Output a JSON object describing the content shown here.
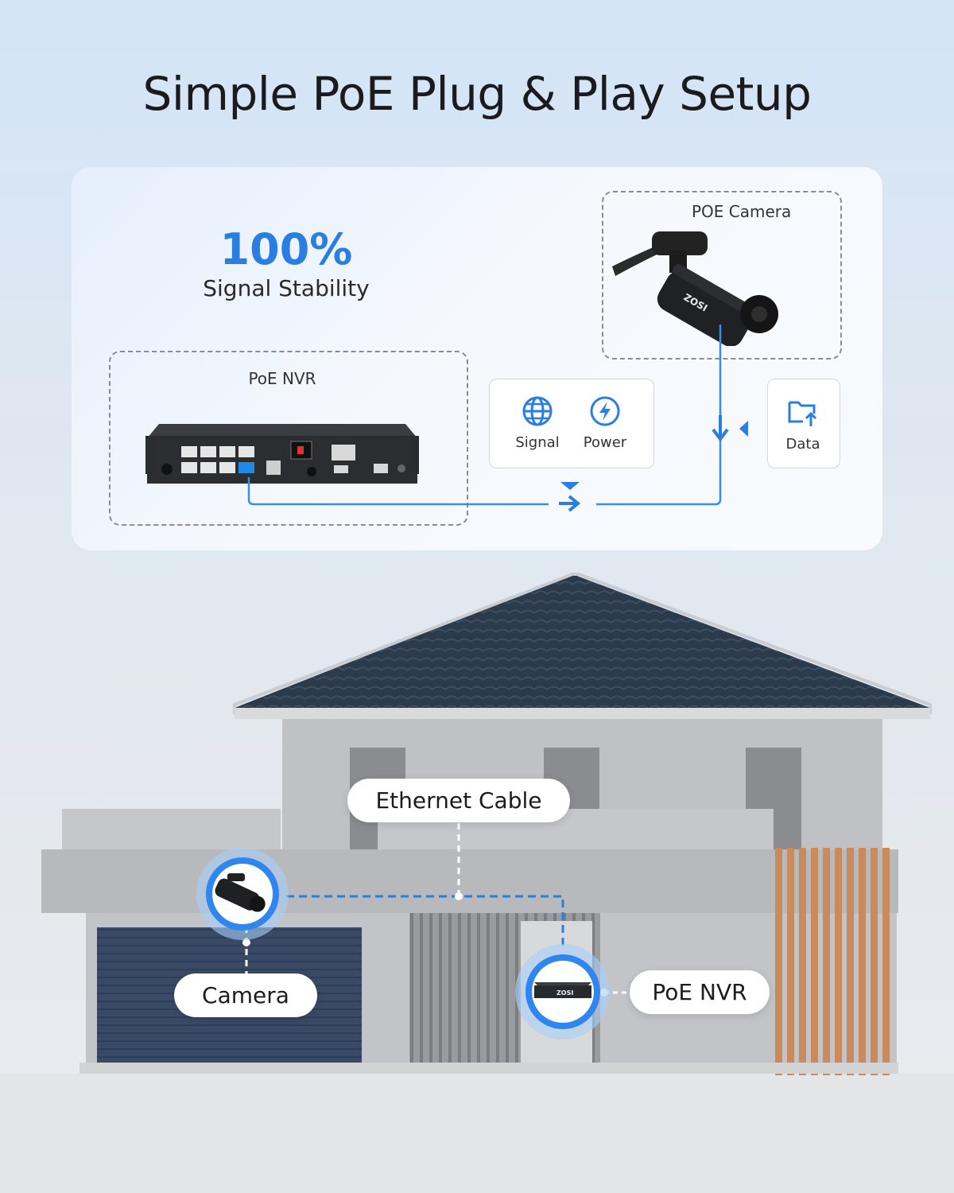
{
  "title": "Simple PoE Plug & Play Setup",
  "stat": {
    "value": "100%",
    "label": "Signal Stability"
  },
  "diagram": {
    "nvr_label": "PoE NVR",
    "camera_label": "POE Camera",
    "signal_label": "Signal",
    "power_label": "Power",
    "data_label": "Data"
  },
  "house": {
    "ethernet_label": "Ethernet Cable",
    "camera_label": "Camera",
    "nvr_label": "PoE NVR"
  },
  "colors": {
    "accent": "#2a7de1",
    "roof": "#2c3b4c",
    "wall": "#bdbfc2"
  }
}
